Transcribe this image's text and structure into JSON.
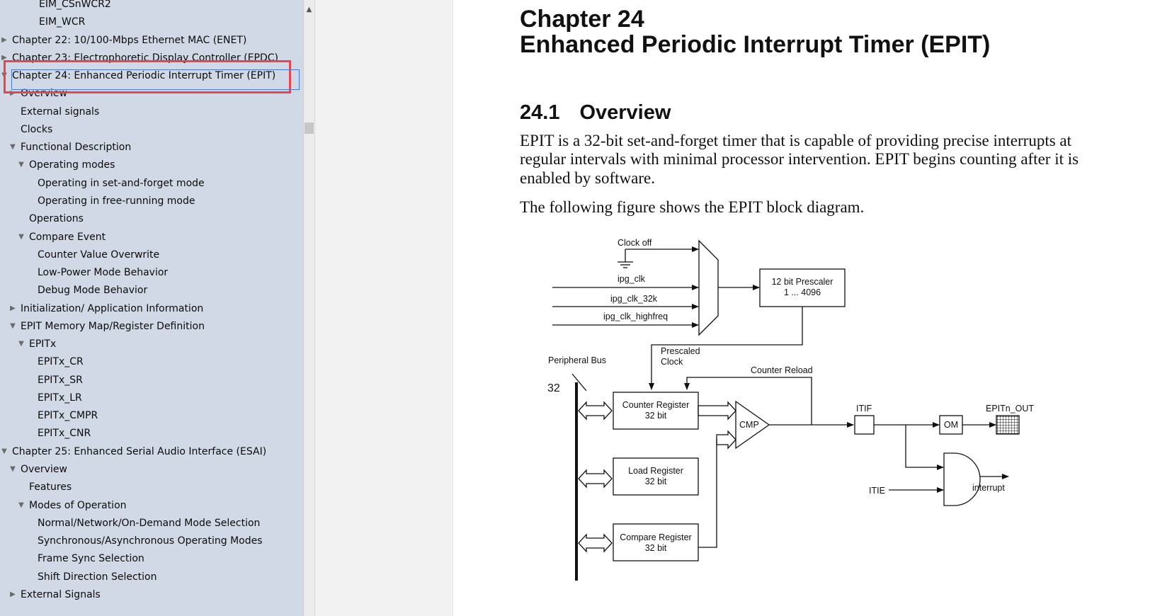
{
  "sidebar": {
    "items": [
      {
        "label": "EIM_CSnWCR2",
        "arrow": ""
      },
      {
        "label": "EIM_WCR",
        "arrow": ""
      },
      {
        "label": "Chapter 22: 10/100-Mbps Ethernet MAC (ENET)",
        "arrow": "▶"
      },
      {
        "label": "Chapter 23: Electrophoretic Display Controller (EPDC)",
        "arrow": "▶"
      },
      {
        "label": "Chapter 24: Enhanced Periodic Interrupt Timer (EPIT)",
        "arrow": "▼"
      },
      {
        "label": "Overview",
        "arrow": "▶"
      },
      {
        "label": "External signals",
        "arrow": ""
      },
      {
        "label": "Clocks",
        "arrow": ""
      },
      {
        "label": "Functional Description",
        "arrow": "▼"
      },
      {
        "label": "Operating modes",
        "arrow": "▼"
      },
      {
        "label": "Operating in set-and-forget mode",
        "arrow": ""
      },
      {
        "label": "Operating in free-running mode",
        "arrow": ""
      },
      {
        "label": "Operations",
        "arrow": ""
      },
      {
        "label": "Compare Event",
        "arrow": "▼"
      },
      {
        "label": "Counter Value Overwrite",
        "arrow": ""
      },
      {
        "label": "Low-Power Mode Behavior",
        "arrow": ""
      },
      {
        "label": "Debug Mode Behavior",
        "arrow": ""
      },
      {
        "label": "Initialization/ Application Information",
        "arrow": "▶"
      },
      {
        "label": "EPIT Memory Map/Register Definition",
        "arrow": "▼"
      },
      {
        "label": "EPITx",
        "arrow": "▼"
      },
      {
        "label": "EPITx_CR",
        "arrow": ""
      },
      {
        "label": "EPITx_SR",
        "arrow": ""
      },
      {
        "label": "EPITx_LR",
        "arrow": ""
      },
      {
        "label": "EPITx_CMPR",
        "arrow": ""
      },
      {
        "label": "EPITx_CNR",
        "arrow": ""
      },
      {
        "label": "Chapter 25: Enhanced Serial Audio Interface (ESAI)",
        "arrow": "▼"
      },
      {
        "label": "Overview",
        "arrow": "▼"
      },
      {
        "label": "Features",
        "arrow": ""
      },
      {
        "label": "Modes of Operation",
        "arrow": "▼"
      },
      {
        "label": "Normal/Network/On-Demand Mode Selection",
        "arrow": ""
      },
      {
        "label": "Synchronous/Asynchronous Operating Modes",
        "arrow": ""
      },
      {
        "label": "Frame Sync Selection",
        "arrow": ""
      },
      {
        "label": "Shift Direction Selection",
        "arrow": ""
      },
      {
        "label": "External Signals",
        "arrow": "▶"
      }
    ]
  },
  "scrollbar": {
    "up_arrow": "▲"
  },
  "document": {
    "chapter_line1": "Chapter 24",
    "chapter_line2": "Enhanced Periodic Interrupt Timer (EPIT)",
    "section_number": "24.1",
    "section_title": "Overview",
    "para1_line1": "EPIT is a 32-bit set-and-forget timer that is capable of providing precise interrupts at",
    "para1_line2": "regular intervals with minimal processor intervention. EPIT begins counting after it is",
    "para1_line3": "enabled by software.",
    "para2": "The following figure shows the EPIT block diagram."
  },
  "diagram": {
    "clock_off": "Clock off",
    "ipg_clk": "ipg_clk",
    "ipg_clk_32k": "ipg_clk_32k",
    "ipg_clk_highfreq": "ipg_clk_highfreq",
    "prescaler_line1": "12 bit Prescaler",
    "prescaler_line2": "1 ... 4096",
    "prescaled_line1": "Prescaled",
    "prescaled_line2": "Clock",
    "peripheral_bus": "Peripheral Bus",
    "bus_width": "32",
    "counter_reload": "Counter Reload",
    "counter_reg_line1": "Counter Register",
    "counter_reg_line2": "32 bit",
    "load_reg_line1": "Load Register",
    "load_reg_line2": "32 bit",
    "compare_reg_line1": "Compare Register",
    "compare_reg_line2": "32 bit",
    "cmp": "CMP",
    "itif": "ITIF",
    "om": "OM",
    "epit_out": "EPITn_OUT",
    "itie": "ITIE",
    "interrupt": "interrupt"
  }
}
